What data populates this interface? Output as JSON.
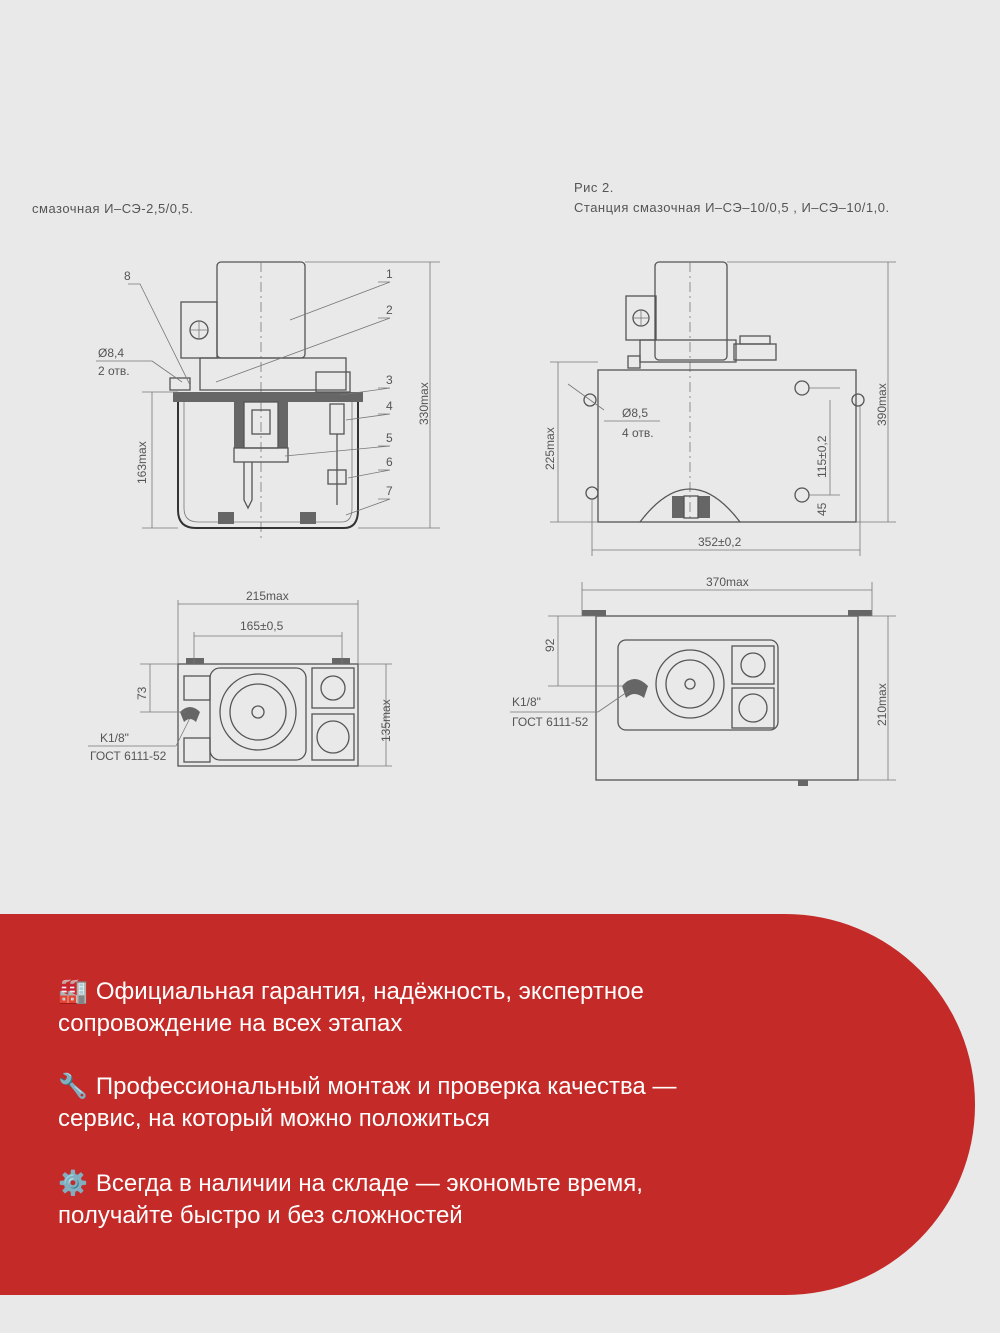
{
  "drawing": {
    "left_caption": "смазочная И–СЭ-2,5/0,5.",
    "right_caption_line1": "Рис 2.",
    "right_caption_line2": "Станция смазочная И–СЭ–10/0,5 , И–СЭ–10/1,0.",
    "left_front": {
      "hole_label": "Ø8,4",
      "hole_count": "2 отв.",
      "height_total": "330max",
      "height_tank": "163max",
      "parts": [
        "1",
        "2",
        "3",
        "4",
        "5",
        "6",
        "7",
        "8"
      ]
    },
    "left_top": {
      "width_max": "215max",
      "width_holes": "165±0,5",
      "depth_offset": "73",
      "depth_max": "135max",
      "thread_label": "K1/8\"",
      "thread_standard": "ГОСТ 6111-52"
    },
    "right_front": {
      "hole_label": "Ø8,5",
      "hole_count": "4 отв.",
      "height_total": "390max",
      "height_tank": "225max",
      "hole_spacing_v": "115±0,2",
      "hole_offset_v": "45",
      "hole_spacing_h": "352±0,2"
    },
    "right_top": {
      "width_max": "370max",
      "depth_offset": "92",
      "depth_max": "210max",
      "thread_label": "K1/8\"",
      "thread_standard": "ГОСТ 6111-52"
    }
  },
  "features": [
    {
      "icon": "🏭",
      "icon_name": "factory-icon",
      "line1": "Официальная гарантия, надёжность, экспертное",
      "line2": "сопровождение на всех этапах"
    },
    {
      "icon": "🔧",
      "icon_name": "wrench-icon",
      "line1": "Профессиональный монтаж и проверка качества —",
      "line2": "сервис, на который можно положиться"
    },
    {
      "icon": "⚙️",
      "icon_name": "gear-icon",
      "line1": "Всегда в наличии на складе — экономьте время,",
      "line2": "получайте быстро и без сложностей"
    }
  ],
  "colors": {
    "background": "#e9e9e9",
    "panel": "#c42a27",
    "panel_text": "#ffffff"
  }
}
